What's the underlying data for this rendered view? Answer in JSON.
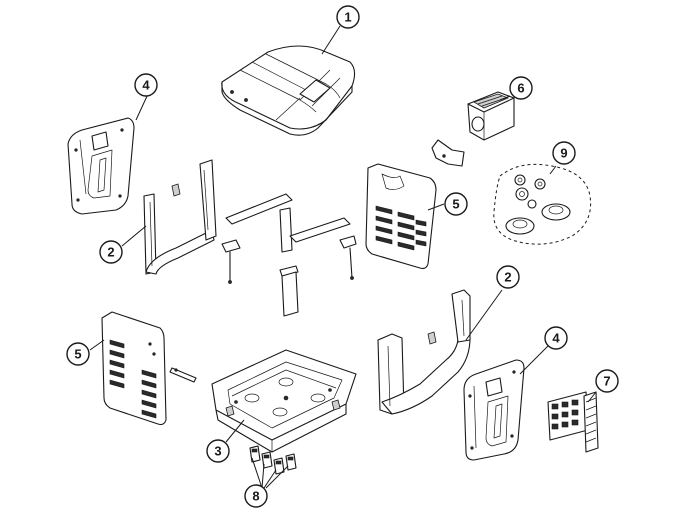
{
  "callouts": {
    "c1": "1",
    "c2a": "2",
    "c2b": "2",
    "c3": "3",
    "c4a": "4",
    "c4b": "4",
    "c5a": "5",
    "c5b": "5",
    "c6": "6",
    "c7": "7",
    "c8": "8",
    "c9": "9"
  }
}
